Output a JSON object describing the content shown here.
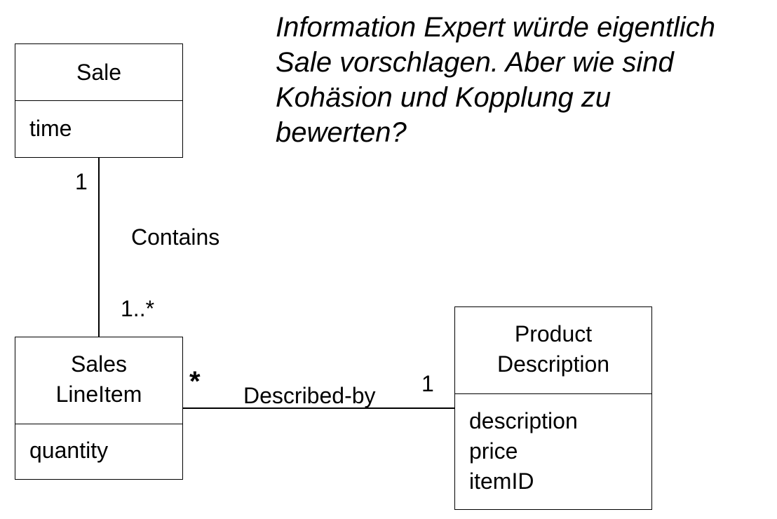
{
  "note": {
    "lines": [
      "Information Expert würde eigentlich",
      "Sale vorschlagen. Aber wie sind",
      "Kohäsion und Kopplung zu",
      "bewerten?"
    ]
  },
  "classes": {
    "sale": {
      "name": "Sale",
      "attributes": [
        "time"
      ]
    },
    "sales_line_item": {
      "name_lines": [
        "Sales",
        "LineItem"
      ],
      "attributes": [
        "quantity"
      ]
    },
    "product_description": {
      "name_lines": [
        "Product",
        "Description"
      ],
      "attributes": [
        "description",
        "price",
        "itemID"
      ]
    }
  },
  "associations": {
    "contains": {
      "label": "Contains",
      "mult_top": "1",
      "mult_bottom": "1..*"
    },
    "described_by": {
      "label": "Described-by",
      "mult_left": "*",
      "mult_right": "1"
    }
  }
}
